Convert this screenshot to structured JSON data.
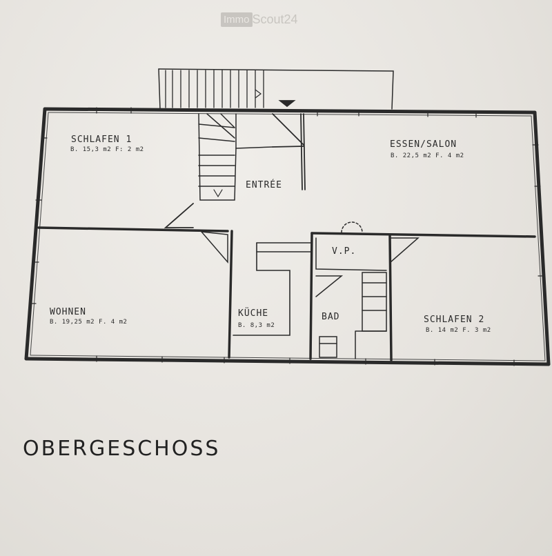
{
  "watermark": {
    "box": "Immo",
    "text": "Scout24"
  },
  "plan_title": "OBERGESCHOSS",
  "rooms": [
    {
      "id": "schlafen1",
      "name": "SCHLAFEN 1",
      "dims": "B. 15,3 m2   F: 2 m2"
    },
    {
      "id": "essen",
      "name": "ESSEN/SALON",
      "dims": "B. 22,5 m2   F. 4 m2"
    },
    {
      "id": "entree",
      "name": "ENTRÉE",
      "dims": ""
    },
    {
      "id": "vp",
      "name": "V.P.",
      "dims": ""
    },
    {
      "id": "wohnen",
      "name": "WOHNEN",
      "dims": "B. 19,25 m2   F. 4 m2"
    },
    {
      "id": "kueche",
      "name": "KÜCHE",
      "dims": "B. 8,3 m2"
    },
    {
      "id": "bad",
      "name": "BAD",
      "dims": ""
    },
    {
      "id": "schlafen2",
      "name": "SCHLAFEN 2",
      "dims": "B. 14 m2   F. 3 m2"
    }
  ],
  "colors": {
    "ink": "#2a2a2a",
    "paper": "#e9e6e1"
  }
}
